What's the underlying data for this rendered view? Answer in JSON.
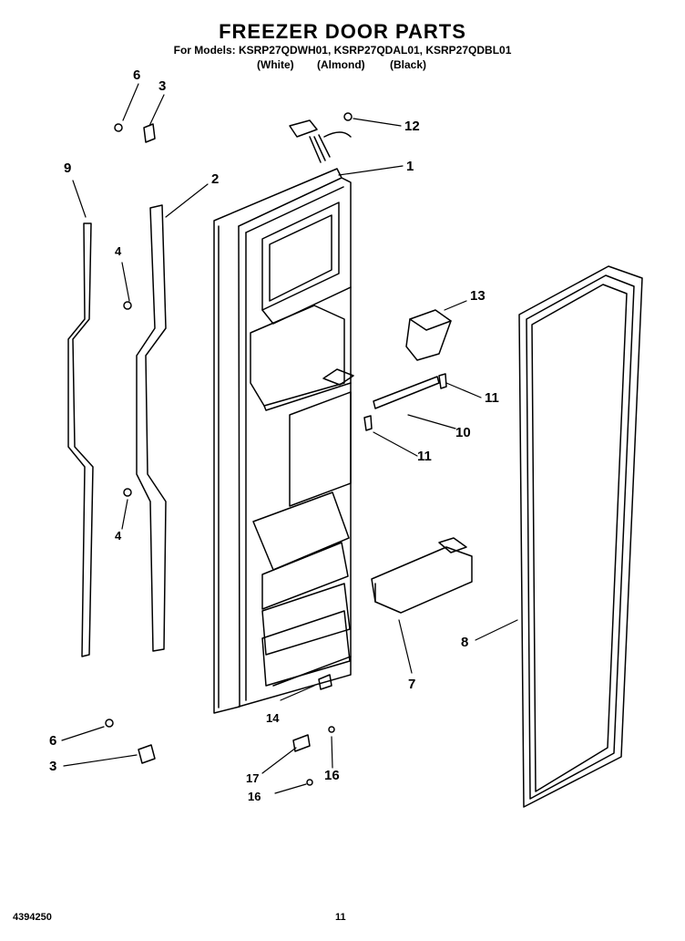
{
  "header": {
    "title": "FREEZER DOOR PARTS",
    "models_line": "For Models: KSRP27QDWH01, KSRP27QDAL01, KSRP27QDBL01",
    "color_white": "(White)",
    "color_almond": "(Almond)",
    "color_black": "(Black)"
  },
  "callouts": {
    "n1": "1",
    "n2": "2",
    "n3a": "3",
    "n3b": "3",
    "n4a": "4",
    "n4b": "4",
    "n6a": "6",
    "n6b": "6",
    "n7": "7",
    "n8": "8",
    "n9": "9",
    "n10": "10",
    "n11a": "11",
    "n11b": "11",
    "n12": "12",
    "n13": "13",
    "n14": "14",
    "n16a": "16",
    "n16b": "16",
    "n17": "17"
  },
  "footer": {
    "doc_number": "4394250",
    "page_number": "11"
  }
}
